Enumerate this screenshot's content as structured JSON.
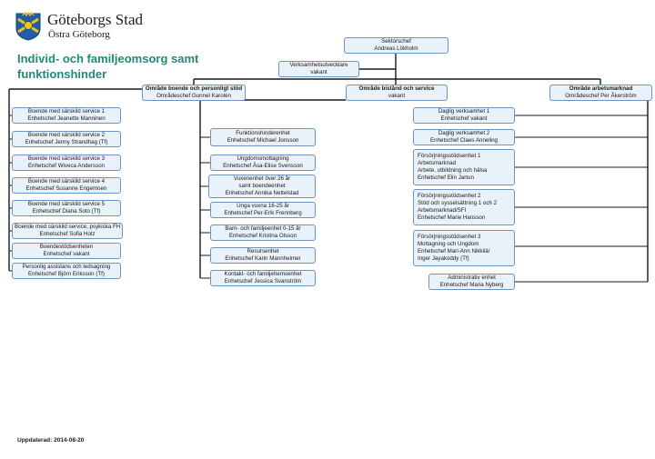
{
  "header": {
    "org_name": "Göteborgs Stad",
    "district": "Östra Göteborg",
    "title_line1": "Individ- och familjeomsorg samt",
    "title_line2": "funktionshinder"
  },
  "footer": {
    "updated": "Uppdaterad: 2014-08-20"
  },
  "colors": {
    "box_fill": "#e9f1f9",
    "box_border": "#6f93c0",
    "title": "#1e8c74",
    "line": "#1a1a1a"
  },
  "boxes": {
    "sektorschef": [
      "Sektorschef",
      "Andreas Lökholm"
    ],
    "verksamhetsutvecklare": [
      "Verksamhetsutvecklare",
      "vakant"
    ],
    "omrade_boende": [
      "Område boende och personligt stöd",
      "Områdeschef Gunnel Karolén"
    ],
    "omrade_bistand": [
      "Område bistånd och service",
      "vakant"
    ],
    "omrade_arbetsmarknad": [
      "Område arbetsmarknad",
      "Områdeschef Per Åkerström"
    ],
    "left_col": [
      [
        "Boende med särskild service 1",
        "Enhetschef Jeanette Manninen"
      ],
      [
        "Boende med särskild service 2",
        "Enhetschef Jenny Strandhag (Tf)"
      ],
      [
        "Boende med särskild service 3",
        "Enhetschef Wiveca Andersson"
      ],
      [
        "Boende med särskild service 4",
        "Enhetschef Susanne Engemoen"
      ],
      [
        "Boende med särskild service 5",
        "Enhetschef Diana Soto (Tf)"
      ],
      [
        "Boende med särskild service, psykiska FH",
        "Enhetschef Sofia Holz"
      ],
      [
        "Boendestödsenheten",
        "Enhetschef vakant"
      ],
      [
        "Personlig assistans och ledsagning",
        "Enhetschef Björn Eriksson (Tf)"
      ]
    ],
    "mid_col": [
      [
        "Funktionshinderenhet",
        "Enhetschef Michael Jonsson"
      ],
      [
        "Ungdomsmottagning",
        "Enhetschef Åsa-Elise Svensson"
      ],
      [
        "Vuxenenhet över 26 år",
        "samt boendeenhet",
        "Enhetschef Annika Nettelstad"
      ],
      [
        "Unga vuxna 16-25 år",
        "Enhetschef Per-Erik Frennberg"
      ],
      [
        "Barn- och familjeenhet 0-15 år",
        "Enhetschef Kristina Olsson"
      ],
      [
        "Resursenhet",
        "Enhetschef Karin Mannheimer"
      ],
      [
        "Kontakt- och familjehemsenhet",
        "Enhetschef Jessica Svanström"
      ]
    ],
    "right_col": [
      [
        "Daglig verksamhet 1",
        "Enhetschef vakant"
      ],
      [
        "Daglig verksamhet 2",
        "Enhetschef Claes Anneling"
      ],
      [
        "Försörjningsstödsenhet 1",
        "Arbetsmarknad",
        "Arbete, utbildning och hälsa",
        "Enhetschef Elin Jartun"
      ],
      [
        "Försörjningsstödsenhet 2",
        "Stöd och sysselsättning 1 och 2",
        "Arbetsmarknad/SFI",
        "Enhetschef Marie Hansson"
      ],
      [
        "Försörjningsstödsenhet 3",
        "Mottagning och Ungdom",
        "Enhetschef Mari-Ann Nikkilä/",
        "Inger Jayakoddy (Tf)"
      ],
      [
        "Administrativ enhet",
        "Enhetschef Maria Nyberg"
      ]
    ]
  }
}
